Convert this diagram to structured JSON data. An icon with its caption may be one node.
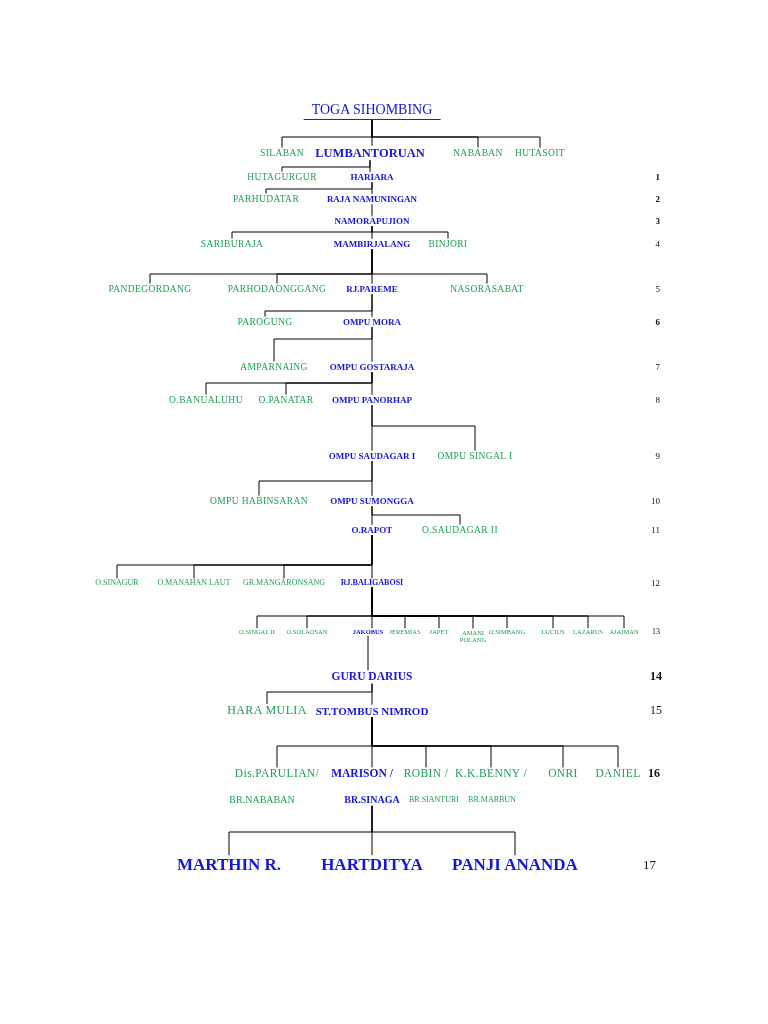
{
  "diagram": {
    "nodes": [
      {
        "text": [
          "TOGA SIHOMBING"
        ]
      },
      {
        "text": [
          "SILABAN"
        ]
      },
      {
        "text": [
          "LUMBANTORUAN"
        ]
      },
      {
        "text": [
          "NABABAN"
        ]
      },
      {
        "text": [
          "HUTASOIT"
        ]
      },
      {
        "text": [
          "HUTAGURGUR"
        ]
      },
      {
        "text": [
          "HARIARA"
        ]
      },
      {
        "text": [
          "PARHUDATAR"
        ]
      },
      {
        "text": [
          "RAJA NAMUNINGAN"
        ]
      },
      {
        "text": [
          "NAMORAPUJION"
        ]
      },
      {
        "text": [
          "SARIBURAJA"
        ]
      },
      {
        "text": [
          "MAMBIRJALANG"
        ]
      },
      {
        "text": [
          "BINJORI"
        ]
      },
      {
        "text": [
          "PANDEGORDANG"
        ]
      },
      {
        "text": [
          "PARHODAONGGANG"
        ]
      },
      {
        "text": [
          "RJ.PAREME"
        ]
      },
      {
        "text": [
          "NASORASABAT"
        ]
      },
      {
        "text": [
          "PAROGUNG"
        ]
      },
      {
        "text": [
          "OMPU MORA"
        ]
      },
      {
        "text": [
          "AMPARNAING"
        ]
      },
      {
        "text": [
          "OMPU GOSTARAJA"
        ]
      },
      {
        "text": [
          "O.BANUALUHU"
        ]
      },
      {
        "text": [
          "O.PANATAR"
        ]
      },
      {
        "text": [
          "OMPU PANORHAP"
        ]
      },
      {
        "text": [
          "OMPU SAUDAGAR I"
        ]
      },
      {
        "text": [
          "OMPU SINGAL I"
        ]
      },
      {
        "text": [
          "OMPU HABINSARAN"
        ]
      },
      {
        "text": [
          "OMPU SUMONGGA"
        ]
      },
      {
        "text": [
          "O.RAPOT"
        ]
      },
      {
        "text": [
          "O.SAUDAGAR II"
        ]
      },
      {
        "text": [
          "O.SINAGUR"
        ]
      },
      {
        "text": [
          "O.MANAHAN LAUT"
        ]
      },
      {
        "text": [
          "GR.MANGARONSANG"
        ]
      },
      {
        "text": [
          "RJ.BALIGABOSI"
        ]
      },
      {
        "text": [
          "O.SINGAL II"
        ]
      },
      {
        "text": [
          "O.SOLAOSAN"
        ]
      },
      {
        "text": [
          "JAKOBUS"
        ]
      },
      {
        "text": [
          "JEREMIAS"
        ]
      },
      {
        "text": [
          "JAPET"
        ]
      },
      {
        "text": [
          "AMANI POLANG"
        ]
      },
      {
        "text": [
          "O.SIMBANG"
        ]
      },
      {
        "text": [
          "LUCIUS"
        ]
      },
      {
        "text": [
          "LAZARUS"
        ]
      },
      {
        "text": [
          "AJAIMAN"
        ]
      },
      {
        "text": [
          "GURU DARIUS"
        ]
      },
      {
        "text": [
          "HARA MULIA"
        ]
      },
      {
        "text": [
          "ST.TOMBUS NIMROD"
        ]
      },
      {
        "text": [
          "Dis.PARULIAN/"
        ]
      },
      {
        "text": [
          "MARISON /"
        ]
      },
      {
        "text": [
          "ROBIN /"
        ]
      },
      {
        "text": [
          "K.K.BENNY /"
        ]
      },
      {
        "text": [
          "ONRI"
        ]
      },
      {
        "text": [
          "DANIEL"
        ]
      },
      {
        "text": [
          "BR.SINAGA"
        ]
      },
      {
        "text": [
          "MARTHIN R."
        ]
      },
      {
        "text": [
          "HARTDITYA"
        ]
      },
      {
        "text": [
          "PANJI ANANDA"
        ]
      }
    ],
    "edges": [
      {
        "from": 0,
        "to": 1,
        "arrow": "none"
      },
      {
        "from": 0,
        "to": 2,
        "arrow": "none"
      },
      {
        "from": 0,
        "to": 3,
        "arrow": "none"
      },
      {
        "from": 0,
        "to": 4,
        "arrow": "none"
      },
      {
        "from": 2,
        "to": 5,
        "arrow": "none"
      },
      {
        "from": 2,
        "to": 6,
        "arrow": "none"
      },
      {
        "from": 6,
        "to": 7,
        "arrow": "none"
      },
      {
        "from": 6,
        "to": 8,
        "arrow": "none"
      },
      {
        "from": 8,
        "to": 9,
        "arrow": "none"
      },
      {
        "from": 9,
        "to": 10,
        "arrow": "none"
      },
      {
        "from": 9,
        "to": 11,
        "arrow": "none"
      },
      {
        "from": 9,
        "to": 12,
        "arrow": "none"
      },
      {
        "from": 11,
        "to": 13,
        "arrow": "none"
      },
      {
        "from": 11,
        "to": 14,
        "arrow": "none"
      },
      {
        "from": 11,
        "to": 15,
        "arrow": "none"
      },
      {
        "from": 11,
        "to": 16,
        "arrow": "none"
      },
      {
        "from": 15,
        "to": 17,
        "arrow": "none"
      },
      {
        "from": 15,
        "to": 18,
        "arrow": "none"
      },
      {
        "from": 18,
        "to": 19,
        "arrow": "none"
      },
      {
        "from": 18,
        "to": 20,
        "arrow": "none"
      },
      {
        "from": 20,
        "to": 21,
        "arrow": "none"
      },
      {
        "from": 20,
        "to": 22,
        "arrow": "none"
      },
      {
        "from": 20,
        "to": 23,
        "arrow": "none"
      },
      {
        "from": 23,
        "to": 24,
        "arrow": "none"
      },
      {
        "from": 23,
        "to": 25,
        "arrow": "none"
      },
      {
        "from": 24,
        "to": 26,
        "arrow": "none"
      },
      {
        "from": 24,
        "to": 27,
        "arrow": "none"
      },
      {
        "from": 27,
        "to": 28,
        "arrow": "none"
      },
      {
        "from": 27,
        "to": 29,
        "arrow": "none"
      },
      {
        "from": 28,
        "to": 30,
        "arrow": "none"
      },
      {
        "from": 28,
        "to": 31,
        "arrow": "none"
      },
      {
        "from": 28,
        "to": 32,
        "arrow": "none"
      },
      {
        "from": 28,
        "to": 33,
        "arrow": "none"
      },
      {
        "from": 33,
        "to": 34,
        "arrow": "none"
      },
      {
        "from": 33,
        "to": 35,
        "arrow": "none"
      },
      {
        "from": 33,
        "to": 36,
        "arrow": "none"
      },
      {
        "from": 33,
        "to": 37,
        "arrow": "none"
      },
      {
        "from": 33,
        "to": 38,
        "arrow": "none"
      },
      {
        "from": 33,
        "to": 39,
        "arrow": "none"
      },
      {
        "from": 33,
        "to": 40,
        "arrow": "none"
      },
      {
        "from": 33,
        "to": 41,
        "arrow": "none"
      },
      {
        "from": 33,
        "to": 42,
        "arrow": "none"
      },
      {
        "from": 33,
        "to": 43,
        "arrow": "none"
      },
      {
        "from": 36,
        "to": 44,
        "arrow": "none"
      },
      {
        "from": 44,
        "to": 45,
        "arrow": "none"
      },
      {
        "from": 44,
        "to": 46,
        "arrow": "none"
      },
      {
        "from": 46,
        "to": 47,
        "arrow": "none"
      },
      {
        "from": 46,
        "to": 48,
        "arrow": "none"
      },
      {
        "from": 46,
        "to": 49,
        "arrow": "none"
      },
      {
        "from": 46,
        "to": 50,
        "arrow": "none"
      },
      {
        "from": 46,
        "to": 51,
        "arrow": "none"
      },
      {
        "from": 46,
        "to": 52,
        "arrow": "none"
      },
      {
        "from": 53,
        "to": 54,
        "arrow": "none"
      },
      {
        "from": 53,
        "to": 55,
        "arrow": "none"
      },
      {
        "from": 53,
        "to": 56,
        "arrow": "none"
      }
    ],
    "labels": [
      "1",
      "2",
      "3",
      "4",
      "5",
      "6",
      "7",
      "8",
      "9",
      "10",
      "11",
      "12",
      "13",
      "14",
      "15",
      "16",
      "BR.NABABAN",
      "BR.SIANTURI",
      "BR.MARBUN",
      "17"
    ]
  }
}
